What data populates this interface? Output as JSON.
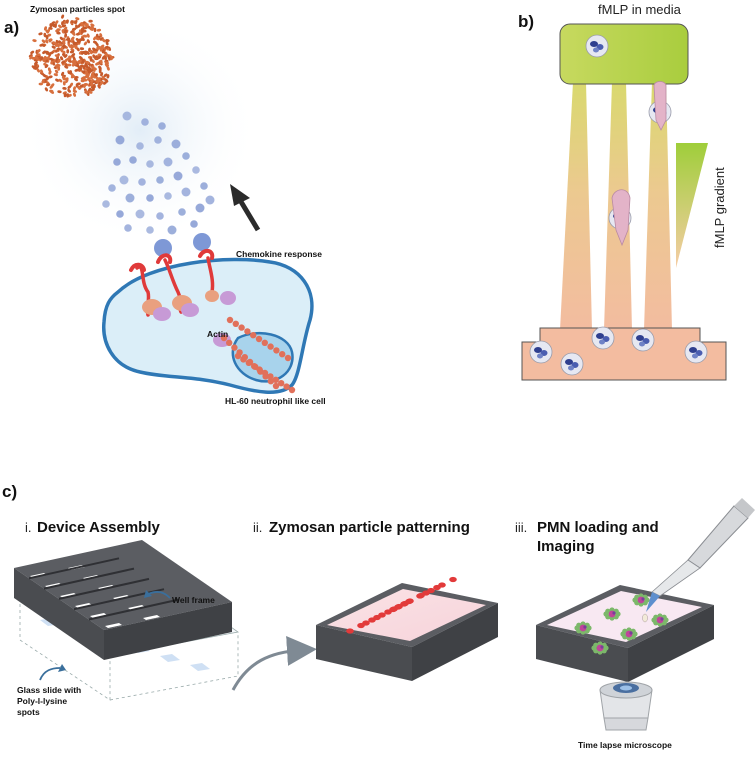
{
  "panel_a": {
    "letter": "a)",
    "zymosan_label": "Zymosan particles spot",
    "chemokine_label": "Chemokine response",
    "actin_label": "Actin",
    "cell_label": "HL-60 neutrophil like cell"
  },
  "panel_b": {
    "letter": "b)",
    "media_label": "fMLP in media",
    "gradient_label": "fMLP gradient"
  },
  "panel_c": {
    "letter": "c)",
    "step1_num": "i.",
    "step1_title": "Device Assembly",
    "step2_num": "ii.",
    "step2_title": "Zymosan particle patterning",
    "step3_num": "iii.",
    "step3_title_line1": "PMN loading and",
    "step3_title_line2": "Imaging",
    "well_frame_label": "Well frame",
    "glass_label_line1": "Glass slide with",
    "glass_label_line2": "Poly-l-lysine",
    "glass_label_line3": "spots",
    "microscope_label": "Time lapse microscope"
  },
  "colors": {
    "cell_fill": "#dbeef8",
    "cell_stroke": "#2f78b5",
    "particle": "#8fa3d6",
    "zymosan": "#d8703e",
    "receptor": "#e03a3a",
    "green_top": "#b9d35a",
    "peach_bottom": "#f3bfa0",
    "device_gray": "#505257",
    "spot_red": "#e23a3a"
  }
}
